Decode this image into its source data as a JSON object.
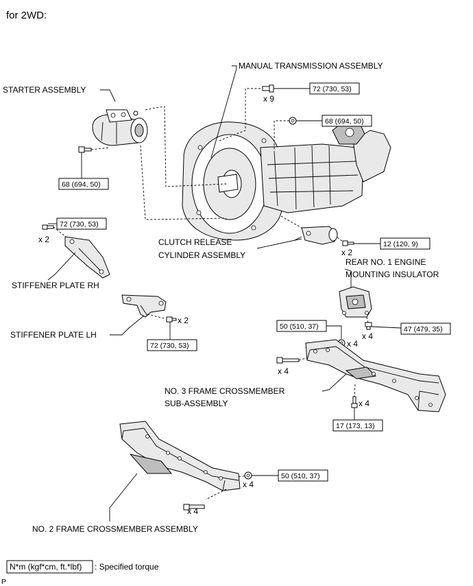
{
  "heading": "for 2WD:",
  "labels": {
    "manual_transmission": "MANUAL TRANSMISSION ASSEMBLY",
    "starter": "STARTER ASSEMBLY",
    "clutch_release_1": "CLUTCH RELEASE",
    "clutch_release_2": "CYLINDER ASSEMBLY",
    "rear_insulator_1": "REAR NO. 1 ENGINE",
    "rear_insulator_2": "MOUNTING INSULATOR",
    "stiffener_rh": "STIFFENER PLATE RH",
    "stiffener_lh": "STIFFENER PLATE LH",
    "crossmember3_1": "NO. 3 FRAME CROSSMEMBER",
    "crossmember3_2": "SUB-ASSEMBLY",
    "crossmember2": "NO. 2 FRAME CROSSMEMBER ASSEMBLY"
  },
  "torques": {
    "trans_top": "72 (730, 53)",
    "trans_nut": "68 (694, 50)",
    "starter_bolt": "68 (694, 50)",
    "stiff_rh": "72 (730, 53)",
    "clutch": "12 (120, 9)",
    "stiff_lh": "72 (730, 53)",
    "insulator": "47 (479, 35)",
    "cm3_nut": "50 (510, 37)",
    "cm3_bolt": "17 (173, 13)",
    "cm2_nut": "50 (510, 37)"
  },
  "quantities": {
    "trans_top": "x 9",
    "stiff_rh": "x 2",
    "clutch": "x 2",
    "stiff_lh": "x 2",
    "insulator": "x 4",
    "cm3_nut": "x 4",
    "cm3_side_bolt": "x 4",
    "cm3_bolt": "x 4",
    "cm2_nut": "x 4",
    "cm2_bolt": "x 4"
  },
  "legend": {
    "unit": "N*m (kgf*cm, ft.*lbf)",
    "text": ": Specified torque"
  },
  "footer_mark": "P"
}
